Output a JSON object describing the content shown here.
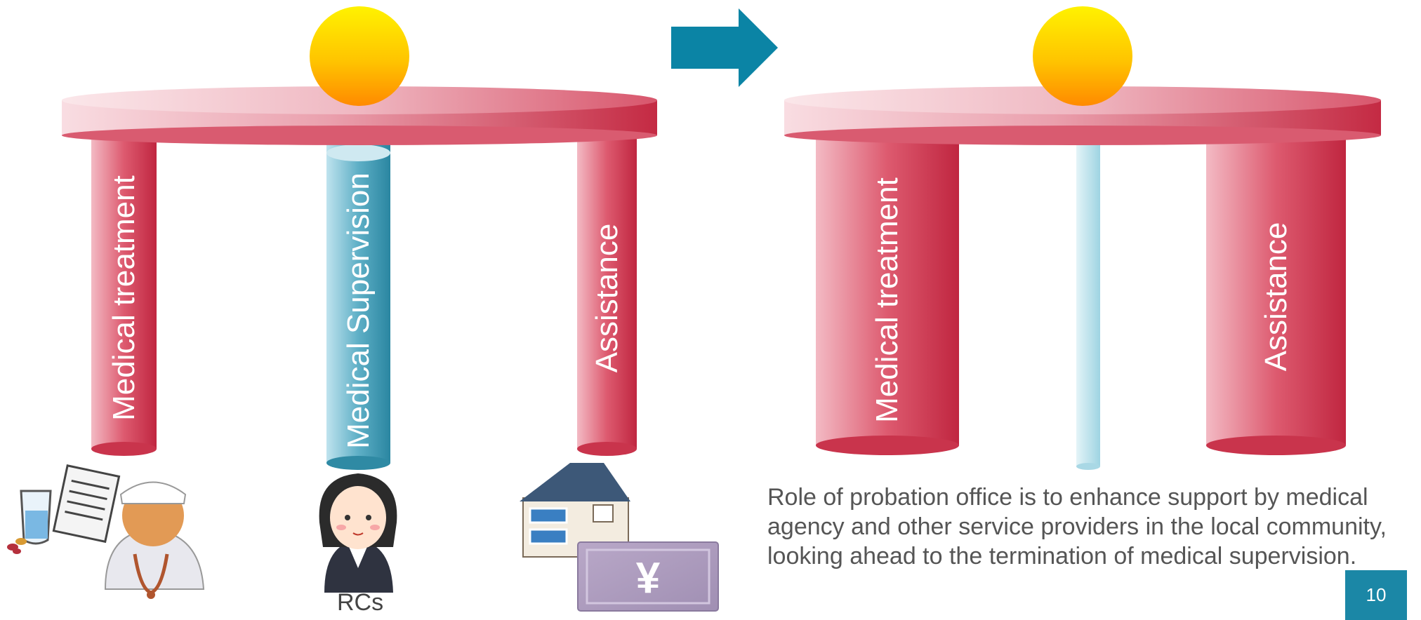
{
  "left_table": {
    "legs": {
      "medical_treatment": "Medical treatment",
      "medical_supervision": "Medical Supervision",
      "assistance": "Assistance"
    },
    "rcs_label": "RCs"
  },
  "right_table": {
    "legs": {
      "medical_treatment": "Medical treatment",
      "assistance": "Assistance"
    }
  },
  "caption": "Role of probation office is to enhance support by medical agency and other service providers in the local community, looking ahead to the termination of medical supervision.",
  "page_number": "10",
  "colors": {
    "table_red": "#c8344a",
    "supervision_teal": "#2b8ea8",
    "arrow_teal": "#0b84a5",
    "ball_yellow": "#ffe100",
    "ball_orange": "#ff8c00"
  },
  "icons": [
    "doctor-icon",
    "medicine-icon",
    "officer-icon",
    "house-icon",
    "yen-banknote-icon",
    "arrow-right-icon",
    "sun-ball-icon"
  ]
}
